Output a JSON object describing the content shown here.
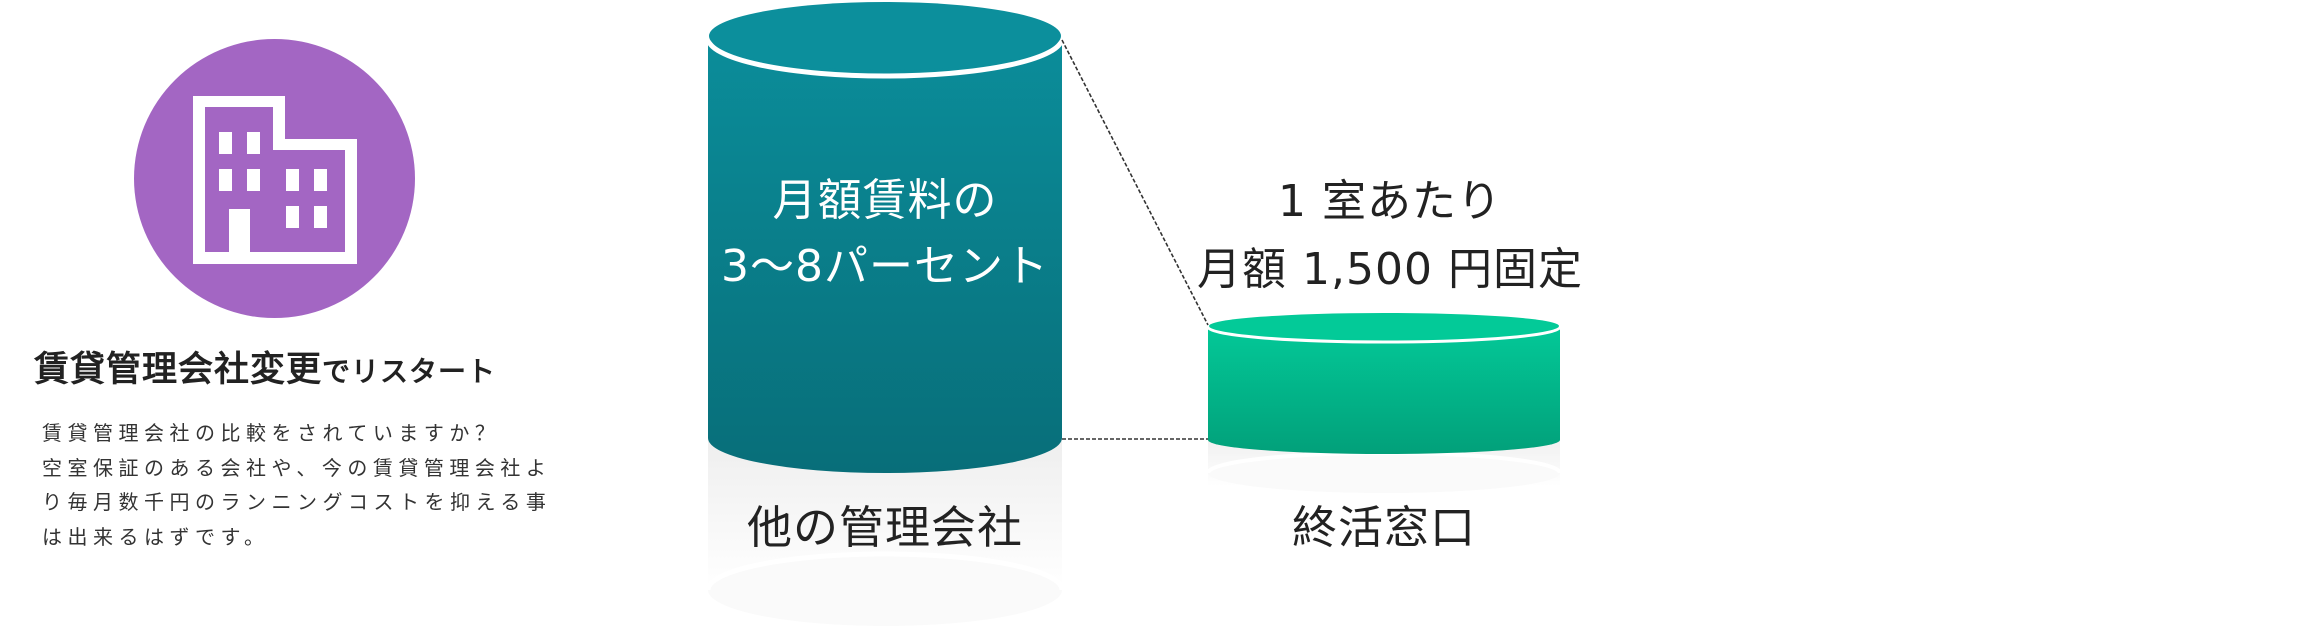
{
  "feature": {
    "icon": "building-icon",
    "icon_bg_color": "#A366C3",
    "title_main": "賃貸管理会社変更",
    "title_suffix": "でリスタート",
    "description_lines": [
      "賃貸管理会社の比較をされていますか？",
      "空室保証のある会社や、今の賃貸管理会社よ",
      "り毎月数千円のランニングコストを抑える事",
      "は出来るはずです。"
    ]
  },
  "comparison": {
    "other_company": {
      "label": "他の管理会社",
      "fee_line1": "月額賃料の",
      "fee_line2": "3～8パーセント",
      "color_top": "#0B8F9C",
      "color_bottom": "#086F7A"
    },
    "our_service": {
      "label": "終活窓口",
      "fee_line1": "1 室あたり",
      "fee_line2": "月額 1,500 円固定",
      "color_top": "#03CA98",
      "color_bottom": "#02A07A"
    }
  }
}
